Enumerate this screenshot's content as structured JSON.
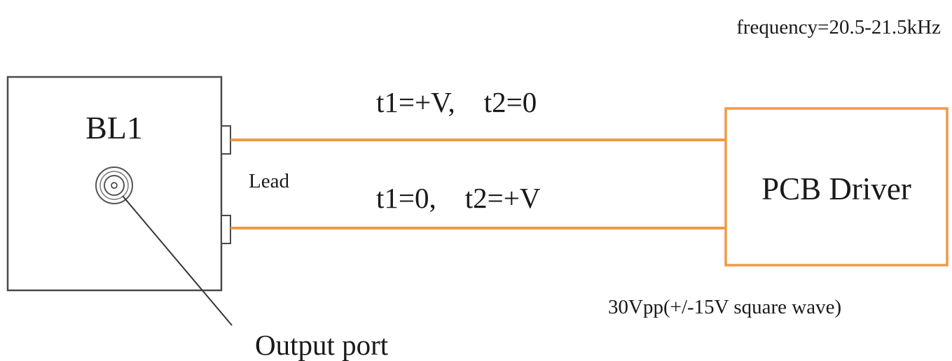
{
  "labels": {
    "frequency": "frequency=20.5-21.5kHz",
    "bl1": "BL1",
    "wire_top": "t1=+V,    t2=0",
    "wire_bottom": "t1=0,    t2=+V",
    "lead": "Lead",
    "pcb_driver": "PCB Driver",
    "output_port": "Output port",
    "voltage_note": "30Vpp(+/-15V square wave)"
  },
  "colors": {
    "wire": "#ee9a47",
    "driver_border": "#ee9a47",
    "box_border": "#4a4a4a",
    "text": "#1a1a1a"
  }
}
